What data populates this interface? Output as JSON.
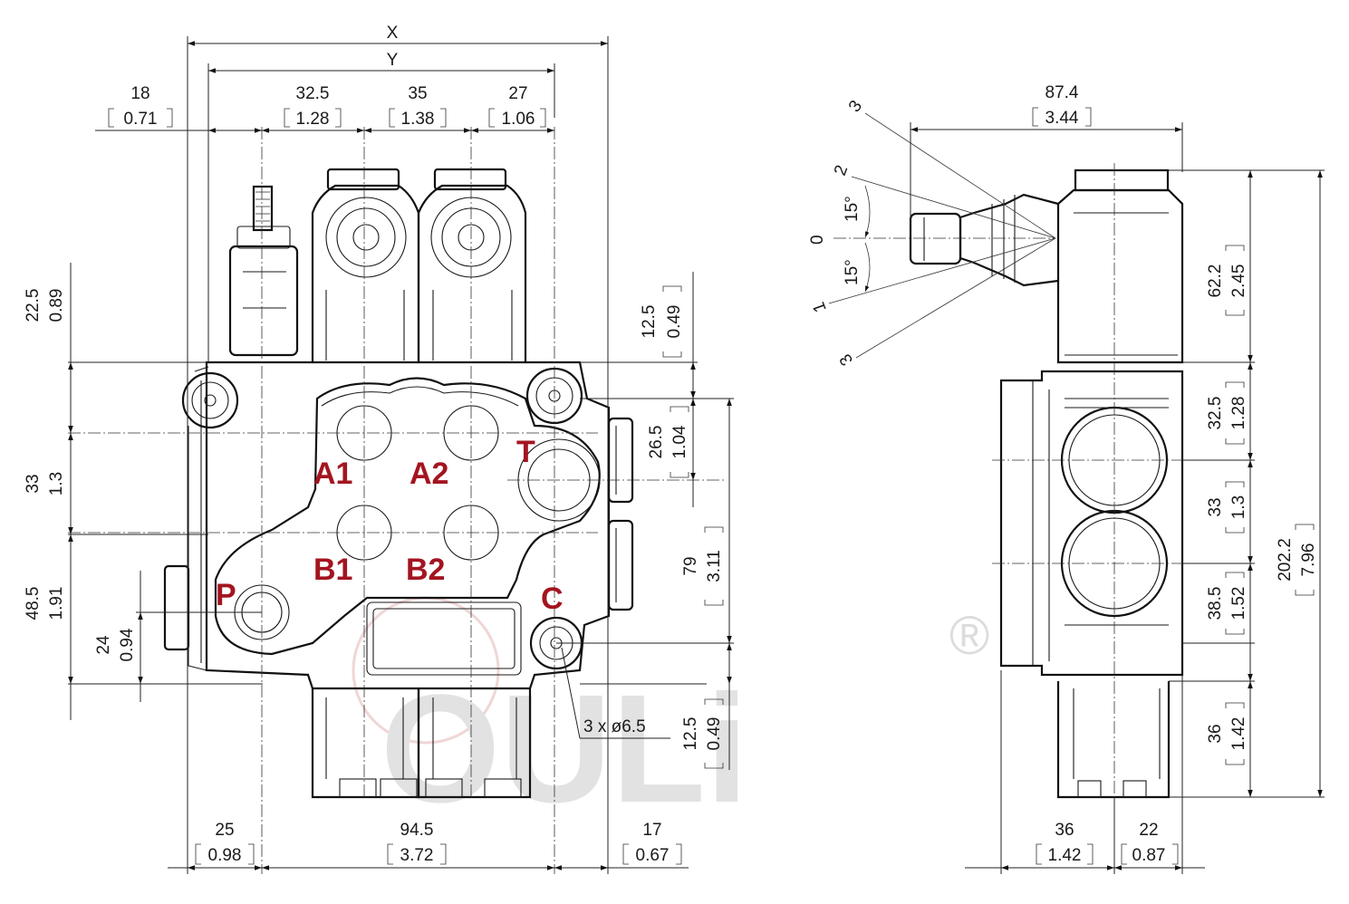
{
  "watermark": {
    "text": "OULi",
    "mark": "®"
  },
  "front_view": {
    "overall": {
      "x_label": "X",
      "y_label": "Y"
    },
    "top_dims": [
      {
        "value": "18",
        "inch": "0.71"
      },
      {
        "value": "32.5",
        "inch": "1.28"
      },
      {
        "value": "35",
        "inch": "1.38"
      },
      {
        "value": "27",
        "inch": "1.06"
      }
    ],
    "left_dims": [
      {
        "value": "22.5",
        "inch": "0.89"
      },
      {
        "value": "33",
        "inch": "1.3"
      },
      {
        "value": "48.5",
        "inch": "1.91"
      },
      {
        "value": "24",
        "inch": "0.94"
      }
    ],
    "right_dims": [
      {
        "value": "12.5",
        "inch": "0.49"
      },
      {
        "value": "26.5",
        "inch": "1.04"
      },
      {
        "value": "79",
        "inch": "3.11"
      },
      {
        "value": "12.5",
        "inch": "0.49"
      }
    ],
    "bottom_dims": [
      {
        "value": "25",
        "inch": "0.98"
      },
      {
        "value": "94.5",
        "inch": "3.72"
      },
      {
        "value": "17",
        "inch": "0.67"
      }
    ],
    "holes_note": "3 x ø6.5",
    "ports": [
      "A1",
      "A2",
      "T",
      "B1",
      "B2",
      "P",
      "C"
    ]
  },
  "side_view": {
    "top_dim": {
      "value": "87.4",
      "inch": "3.44"
    },
    "right_dims": [
      {
        "value": "62.2",
        "inch": "2.45"
      },
      {
        "value": "32.5",
        "inch": "1.28"
      },
      {
        "value": "33",
        "inch": "1.3"
      },
      {
        "value": "38.5",
        "inch": "1.52"
      },
      {
        "value": "36",
        "inch": "1.42"
      }
    ],
    "total_dim": {
      "value": "202.2",
      "inch": "7.96"
    },
    "bottom_dims": [
      {
        "value": "36",
        "inch": "1.42"
      },
      {
        "value": "22",
        "inch": "0.87"
      }
    ],
    "lever_positions": [
      "3",
      "2",
      "0",
      "1",
      "3"
    ],
    "angles": [
      "15°",
      "15°"
    ]
  }
}
